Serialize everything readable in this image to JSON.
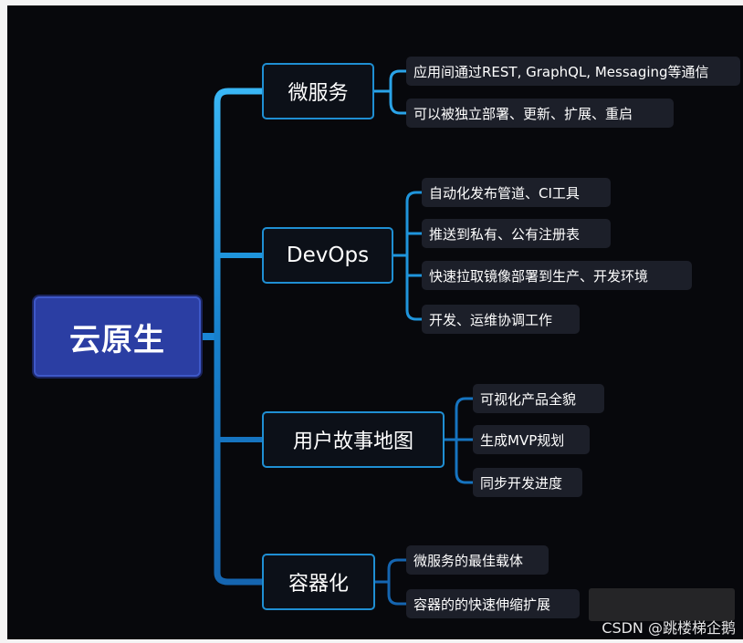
{
  "diagram": {
    "root": "云原生",
    "branches": [
      {
        "label": "微服务",
        "leaves": [
          "应用间通过REST, GraphQL, Messaging等通信",
          "可以被独立部署、更新、扩展、重启"
        ]
      },
      {
        "label": "DevOps",
        "leaves": [
          "自动化发布管道、CI工具",
          "推送到私有、公有注册表",
          "快速拉取镜像部署到生产、开发环境",
          "开发、运维协调工作"
        ]
      },
      {
        "label": "用户故事地图",
        "leaves": [
          "可视化产品全貌",
          "生成MVP规划",
          "同步开发进度"
        ]
      },
      {
        "label": "容器化",
        "leaves": [
          "微服务的最佳载体",
          "容器的的快速伸缩扩展"
        ]
      }
    ]
  },
  "watermark": "CSDN @跳楼梯企鹅",
  "colors": {
    "background": "#07080c",
    "root_fill": "#2b3ea3",
    "branch_border": "#1f8fd3",
    "leaf_fill": "#1c1f29",
    "connector": "#1a9ae0"
  }
}
